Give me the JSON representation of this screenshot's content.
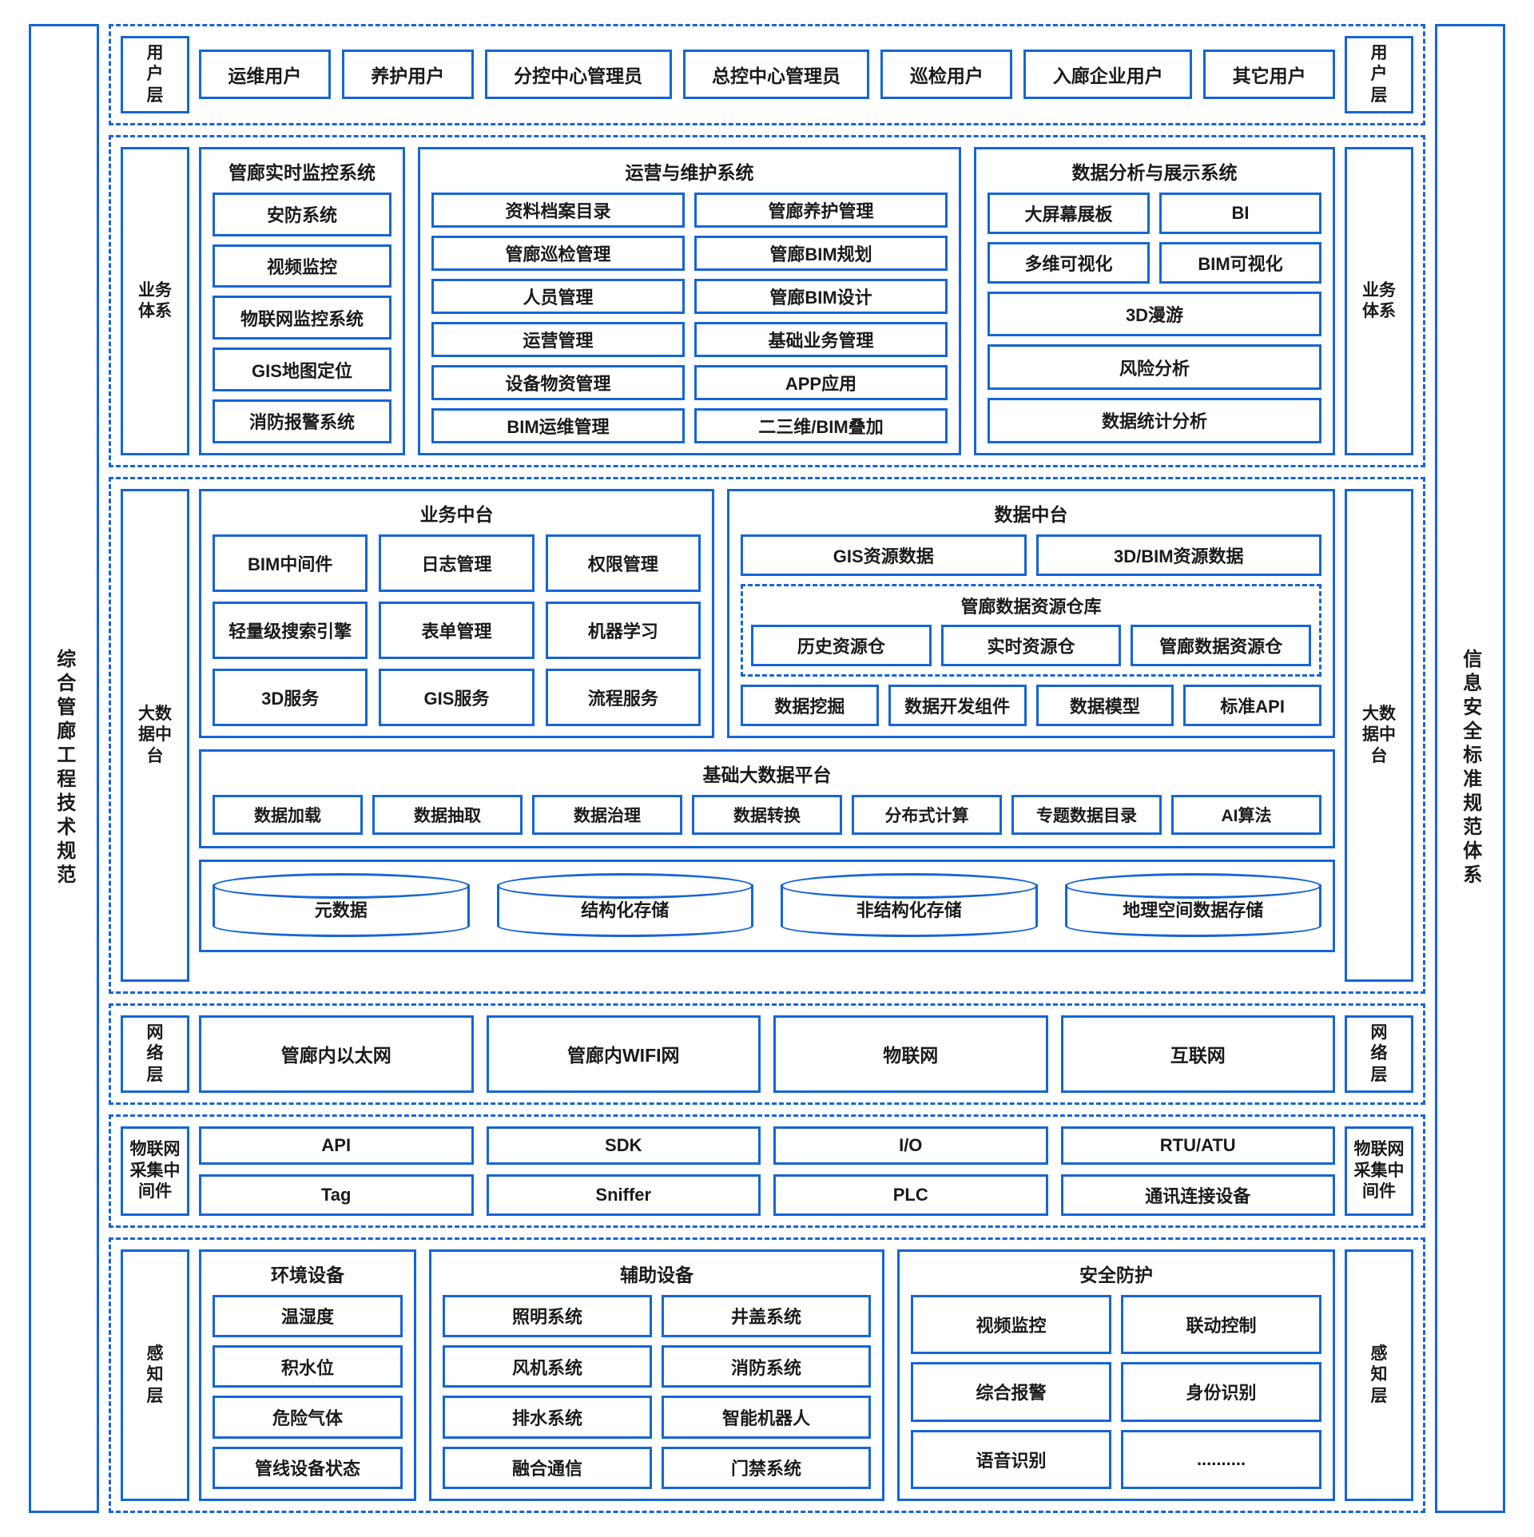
{
  "colors": {
    "accent": "#1565d8",
    "text": "#1a1a1a",
    "background": "#ffffff"
  },
  "left_pillar": {
    "label": "综合管廊工程技术规范"
  },
  "right_pillar": {
    "label": "信息安全标准规范体系"
  },
  "bands": {
    "user": {
      "label_left": "用户层",
      "label_right": "用户层",
      "items": [
        "运维用户",
        "养护用户",
        "分控中心管理员",
        "总控中心管理员",
        "巡检用户",
        "入廊企业用户",
        "其它用户"
      ]
    },
    "business": {
      "label_left": "业务体系",
      "label_right": "业务体系",
      "panels": [
        {
          "title": "管廊实时监控系统",
          "columns": [
            [
              "安防系统",
              "视频监控",
              "物联网监控系统",
              "GIS地图定位",
              "消防报警系统"
            ]
          ]
        },
        {
          "title": "运营与维护系统",
          "columns": [
            [
              "资料档案目录",
              "管廊巡检管理",
              "人员管理",
              "运营管理",
              "设备物资管理",
              "BIM运维管理"
            ],
            [
              "管廊养护管理",
              "管廊BIM规划",
              "管廊BIM设计",
              "基础业务管理",
              "APP应用",
              "二三维/BIM叠加"
            ]
          ]
        },
        {
          "title": "数据分析与展示系统",
          "pairs": [
            [
              "大屏幕展板",
              "BI"
            ],
            [
              "多维可视化",
              "BIM可视化"
            ]
          ],
          "wide": [
            "3D漫游",
            "风险分析",
            "数据统计分析"
          ]
        }
      ]
    },
    "middle": {
      "label_left": "大数据中台",
      "label_right": "大数据中台",
      "business_platform": {
        "title": "业务中台",
        "items": [
          "BIM中间件",
          "日志管理",
          "权限管理",
          "轻量级搜索引擎",
          "表单管理",
          "机器学习",
          "3D服务",
          "GIS服务",
          "流程服务"
        ]
      },
      "data_platform": {
        "title": "数据中台",
        "top_items": [
          "GIS资源数据",
          "3D/BIM资源数据"
        ],
        "warehouse": {
          "title": "管廊数据资源仓库",
          "items": [
            "历史资源仓",
            "实时资源仓",
            "管廊数据资源仓"
          ]
        },
        "bottom_items": [
          "数据挖掘",
          "数据开发组件",
          "数据模型",
          "标准API"
        ]
      },
      "big_data_platform": {
        "title": "基础大数据平台",
        "items": [
          "数据加载",
          "数据抽取",
          "数据治理",
          "数据转换",
          "分布式计算",
          "专题数据目录",
          "AI算法"
        ]
      },
      "storage": {
        "items": [
          "元数据",
          "结构化存储",
          "非结构化存储",
          "地理空间数据存储"
        ]
      }
    },
    "network": {
      "label_left": "网络层",
      "label_right": "网络层",
      "items": [
        "管廊内以太网",
        "管廊内WIFI网",
        "物联网",
        "互联网"
      ]
    },
    "iot": {
      "label_left": "物联网采集中间件",
      "label_right": "物联网采集中间件",
      "row1": [
        "API",
        "SDK",
        "I/O",
        "RTU/ATU"
      ],
      "row2": [
        "Tag",
        "Sniffer",
        "PLC",
        "通讯连接设备"
      ]
    },
    "perception": {
      "label_left": "感知层",
      "label_right": "感知层",
      "panels": [
        {
          "title": "环境设备",
          "columns": [
            [
              "温湿度",
              "积水位",
              "危险气体",
              "管线设备状态"
            ]
          ]
        },
        {
          "title": "辅助设备",
          "columns": [
            [
              "照明系统",
              "风机系统",
              "排水系统",
              "融合通信"
            ],
            [
              "井盖系统",
              "消防系统",
              "智能机器人",
              "门禁系统"
            ]
          ]
        },
        {
          "title": "安全防护",
          "columns": [
            [
              "视频监控",
              "综合报警",
              "语音识别"
            ],
            [
              "联动控制",
              "身份识别",
              ".........."
            ]
          ]
        }
      ]
    }
  }
}
